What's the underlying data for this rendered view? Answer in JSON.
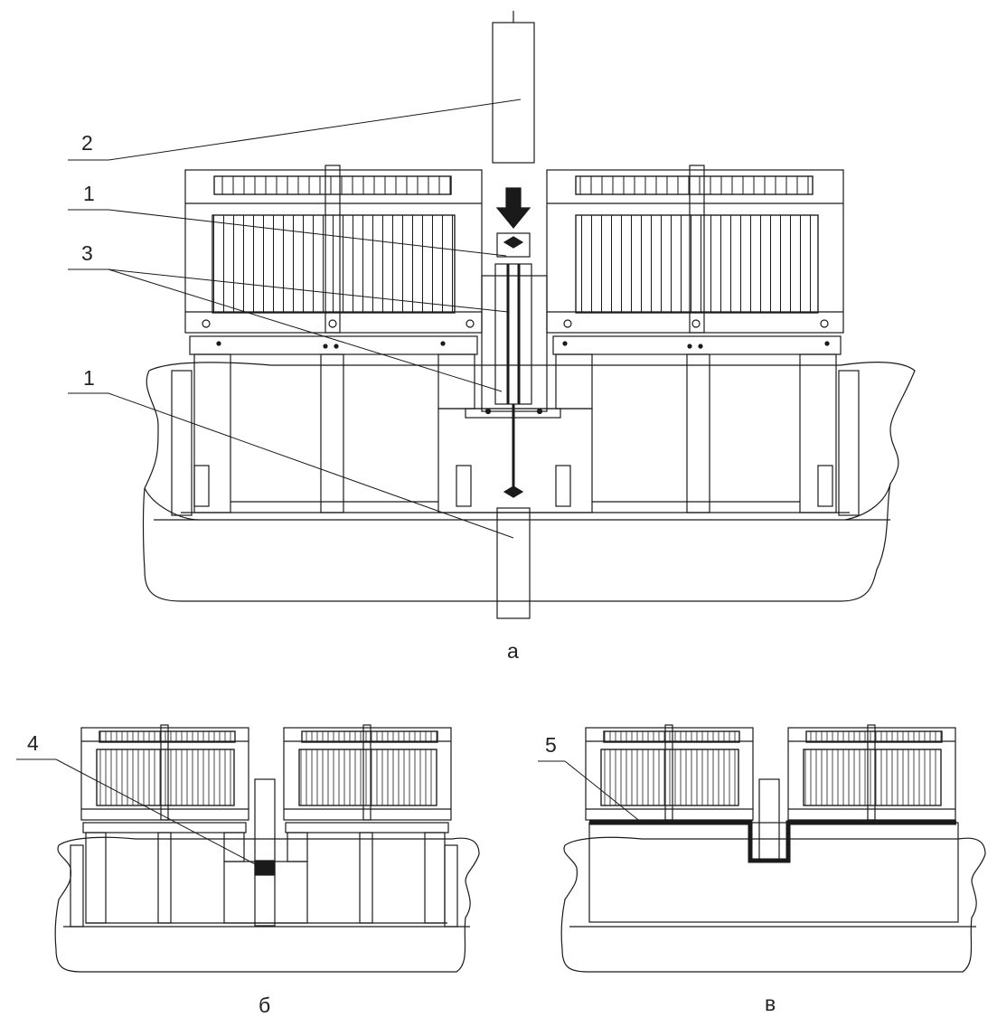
{
  "figure": {
    "callouts": [
      "1",
      "2",
      "3",
      "1",
      "4",
      "5"
    ],
    "captions": [
      "а",
      "б",
      "в"
    ]
  },
  "colors": {
    "stroke": "#1a1a1a",
    "background": "#ffffff"
  }
}
